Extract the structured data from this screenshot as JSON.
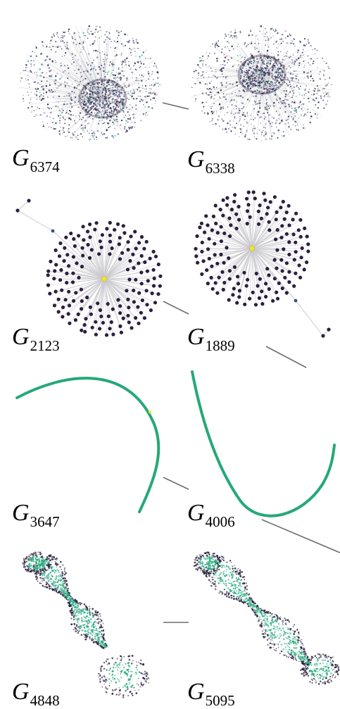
{
  "graphs": [
    {
      "letter": "G",
      "id": "6374",
      "style": "dense-cluster"
    },
    {
      "letter": "G",
      "id": "6338",
      "style": "dense-cluster"
    },
    {
      "letter": "G",
      "id": "2123",
      "style": "star"
    },
    {
      "letter": "G",
      "id": "1889",
      "style": "star"
    },
    {
      "letter": "G",
      "id": "3647",
      "style": "curve"
    },
    {
      "letter": "G",
      "id": "4006",
      "style": "curve"
    },
    {
      "letter": "G",
      "id": "4848",
      "style": "elongated"
    },
    {
      "letter": "G",
      "id": "5095",
      "style": "elongated"
    }
  ],
  "colors": {
    "node_dark": "#2b1f3f",
    "node_blue": "#3c4d8a",
    "hub_yellow": "#f2e52a",
    "curve_green": "#26a878",
    "edge_gray": "#c9c9cf",
    "connector": "#6b6b6b"
  }
}
